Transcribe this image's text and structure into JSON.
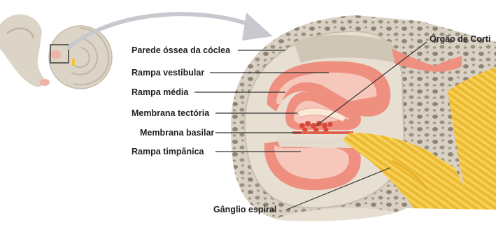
{
  "diagram": {
    "labels": {
      "bony_wall": "Parede óssea da cóclea",
      "scala_vestibuli": "Rampa vestibular",
      "scala_media": "Rampa média",
      "tectorial_membrane": "Membrana tectória",
      "basilar_membrane": "Membrana basilar",
      "scala_tympani": "Rampa timpânica",
      "organ_of_corti": "Órgão de Corti",
      "spiral_ganglion": "Gânglio espiral"
    },
    "colors": {
      "bone": "#dcd4c6",
      "bone_dark": "#b9ae9c",
      "duct_pink": "#ee8f80",
      "duct_light": "#f6c8bc",
      "duct_red": "#e25f4e",
      "nerve_yellow": "#f2c33a",
      "nerve_light": "#f8de7e",
      "arrow_gray": "#c7c9ce",
      "leader_line": "#333333"
    }
  }
}
